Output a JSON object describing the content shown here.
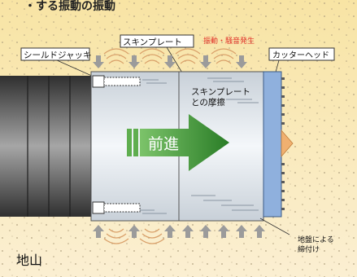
{
  "header": {
    "fragment": "・する振動の振動"
  },
  "labels": {
    "shield_jack": "シールドジャッキ",
    "skin_plate": "スキンプレート",
    "vibration_noise": "振動・騒音発生",
    "cutter_head": "カッターヘッド",
    "skin_plate_friction_line1": "スキンプレート",
    "skin_plate_friction_line2": "との摩擦",
    "advance": "前進",
    "ground_tightening_line1": "地盤による",
    "ground_tightening_line2": "締付け",
    "ground": "地山"
  },
  "colors": {
    "ground_top": "#f7e3a0",
    "ground_dots": "#b9a988",
    "segment_dark": "#4a4a4a",
    "skin_plate_fill": "#e9eef3",
    "cutter_head_fill": "#8fb0dd",
    "cutter_tip": "#f0b070",
    "advance_arrow": "#2e8f2c",
    "vibration_text": "#e0352b",
    "wave": "#d9a06a",
    "pressure_arrow": "#9b9b9b"
  }
}
